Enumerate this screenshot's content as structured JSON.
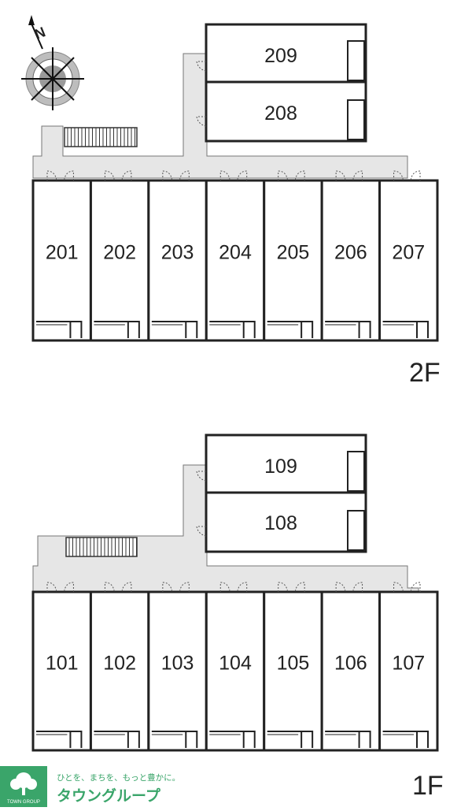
{
  "floors": [
    {
      "label": "2F",
      "top_units": [
        "209",
        "208"
      ],
      "row_units": [
        "201",
        "202",
        "203",
        "204",
        "205",
        "206",
        "207"
      ]
    },
    {
      "label": "1F",
      "top_units": [
        "109",
        "108"
      ],
      "row_units": [
        "101",
        "102",
        "103",
        "104",
        "105",
        "106",
        "107"
      ]
    }
  ],
  "compass": {
    "label": "N"
  },
  "logo": {
    "tagline": "ひとを、まちを、もっと豊かに。",
    "name": "タウングループ",
    "mark_text": "TOWN GROUP"
  },
  "colors": {
    "wall": "#222222",
    "corridor": "#e6e6e6",
    "brand": "#3aa56a"
  }
}
